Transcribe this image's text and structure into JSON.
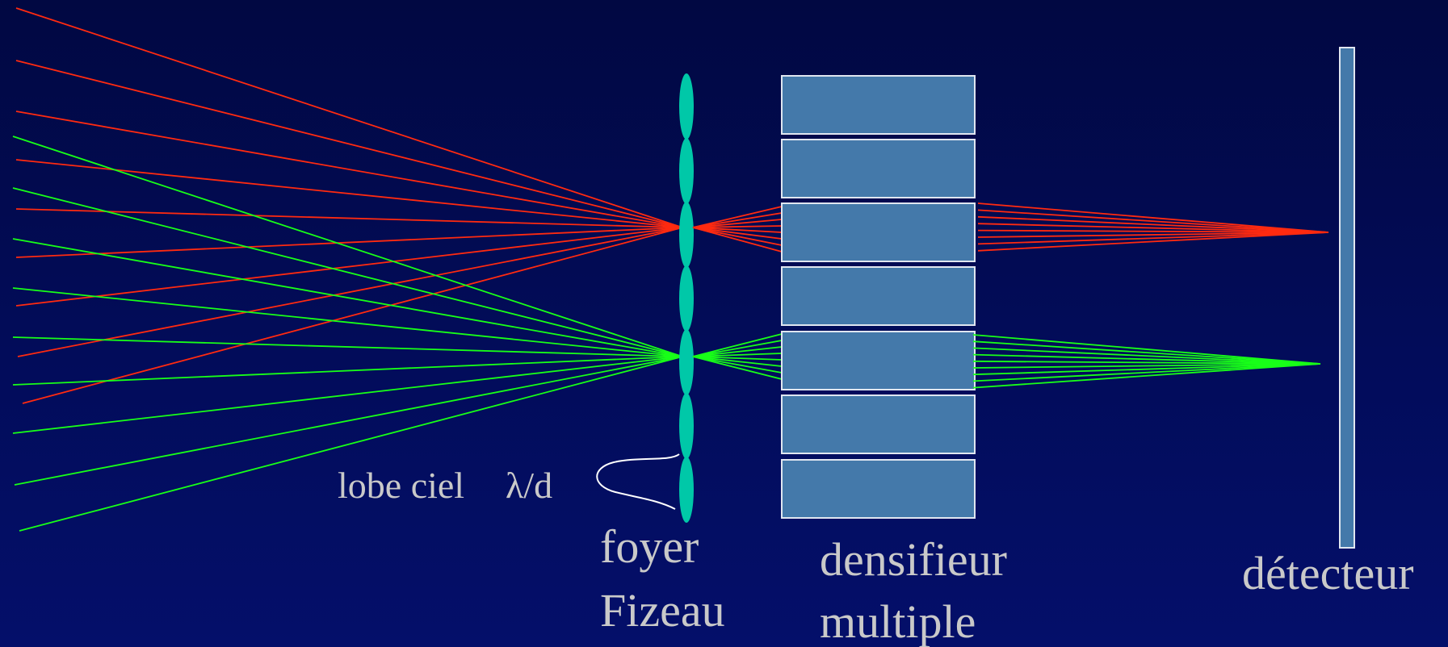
{
  "labels": {
    "lobe": "lobe ciel",
    "lambda": "λ/d",
    "foyer_line1": "foyer",
    "foyer_line2": "Fizeau",
    "densifieur_line1": "densifieur",
    "densifieur_line2": "multiple",
    "detecteur": "détecteur"
  },
  "colors": {
    "background_top": "#010842",
    "background_bottom": "#040f6a",
    "red_rays": "#ff2a10",
    "green_rays": "#18ff18",
    "lens": "#00c8a8",
    "blocks": "#4479aa",
    "block_border": "#e0e6f0",
    "text": "#c9c9c9"
  },
  "lens_count": 7,
  "densifier_block_count": 7
}
